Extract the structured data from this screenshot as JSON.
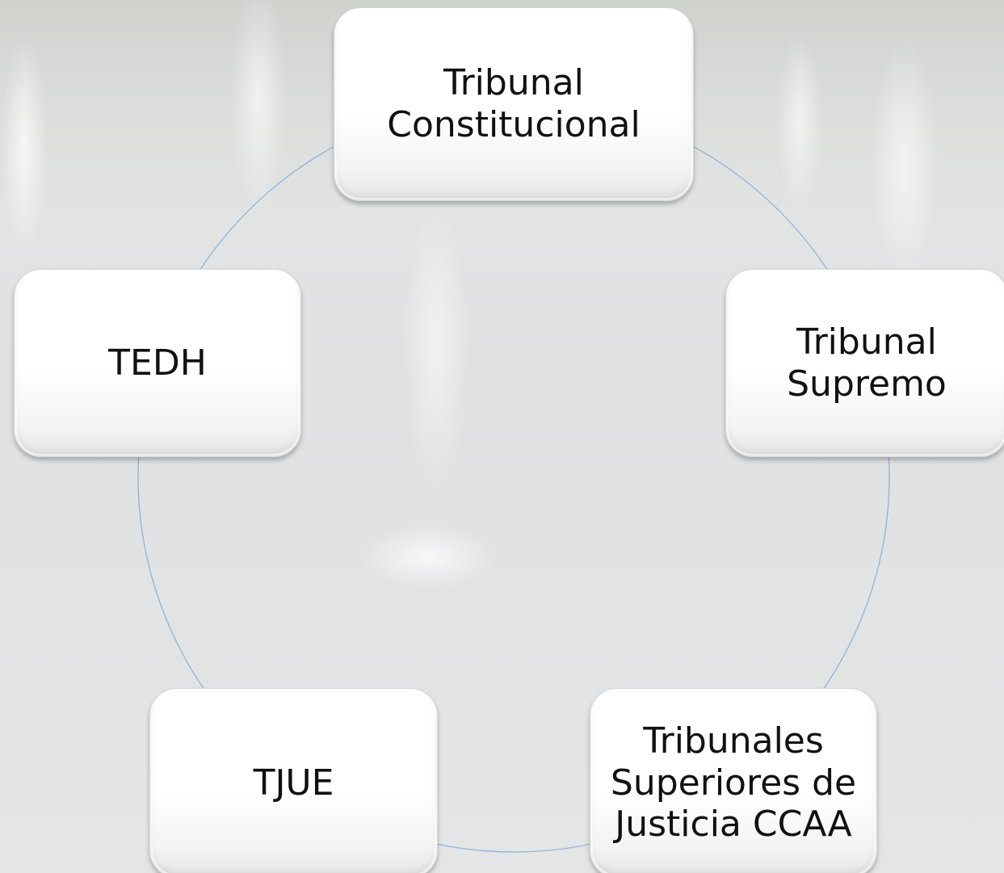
{
  "diagram": {
    "type": "cycle",
    "connector_color": "#8fb4d9",
    "nodes": [
      {
        "id": "tribunal-constitucional",
        "label": "Tribunal\nConstitucional"
      },
      {
        "id": "tribunal-supremo",
        "label": "Tribunal\nSupremo"
      },
      {
        "id": "tribunales-superiores",
        "label": "Tribunales\nSuperiores de\nJusticia CCAA"
      },
      {
        "id": "tjue",
        "label": "TJUE"
      },
      {
        "id": "tedh",
        "label": "TEDH"
      }
    ]
  }
}
